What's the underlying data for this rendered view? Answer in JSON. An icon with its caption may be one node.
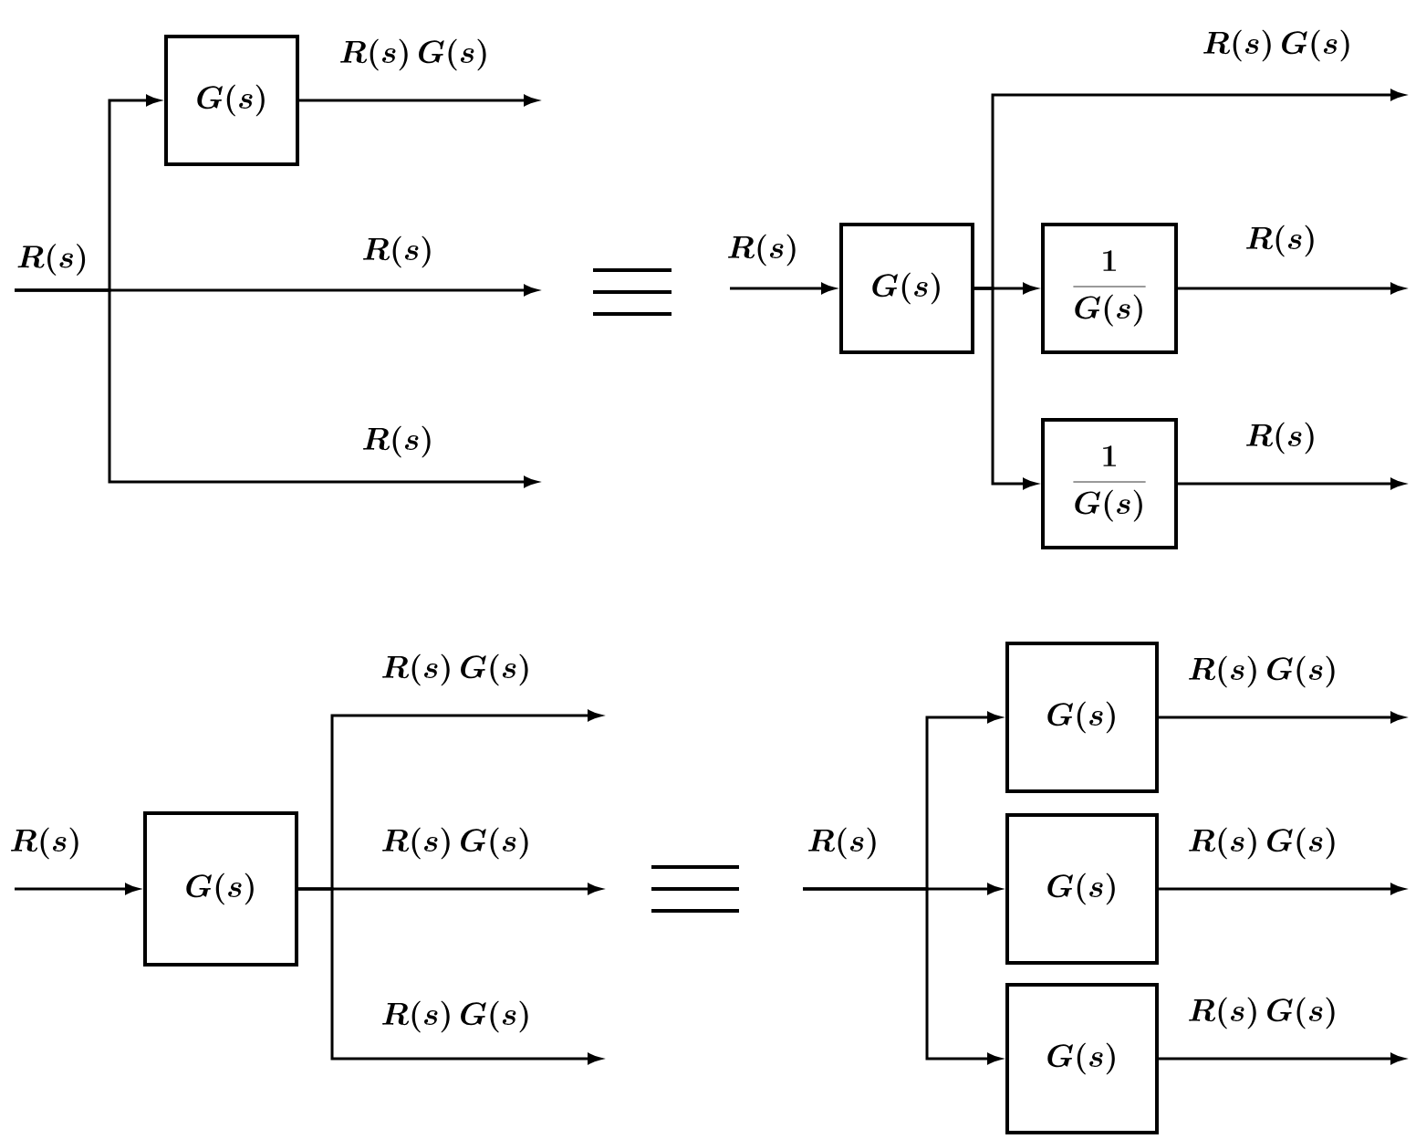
{
  "diagram": {
    "nodes": [
      {
        "text": [
          "R(s)"
        ]
      },
      {
        "text": [
          "G(s)"
        ]
      },
      {
        "text": [
          "G(s)"
        ]
      },
      {
        "text": [
          "\\frac{1}{G(s)}"
        ]
      },
      {
        "text": [
          "\\frac{1}{G(s)}"
        ]
      },
      {
        "text": [
          "G(s)"
        ]
      },
      {
        "text": [
          "G(s)"
        ]
      },
      {
        "text": [
          "G(s)"
        ]
      },
      {
        "text": [
          "G(s)"
        ]
      }
    ],
    "edges": [
      {
        "from": 0,
        "to": 1,
        "arrow": "to"
      },
      {
        "from": 1,
        "to": null,
        "arrow": "to",
        "label": "R(s)\\,G(s)"
      },
      {
        "from": 0,
        "to": null,
        "arrow": "to",
        "label": "R(s)"
      },
      {
        "from": 0,
        "to": null,
        "arrow": "to",
        "label": "R(s)"
      },
      {
        "from": null,
        "to": 2,
        "arrow": "to",
        "label": "R(s)"
      },
      {
        "from": 2,
        "to": null,
        "arrow": "to",
        "label": "R(s)\\,G(s)"
      },
      {
        "from": 2,
        "to": 3,
        "arrow": "to"
      },
      {
        "from": 2,
        "to": 4,
        "arrow": "to"
      },
      {
        "from": 3,
        "to": null,
        "arrow": "to",
        "label": "R(s)"
      },
      {
        "from": 4,
        "to": null,
        "arrow": "to",
        "label": "R(s)"
      },
      {
        "from": null,
        "to": 5,
        "arrow": "to",
        "label": "R(s)"
      },
      {
        "from": 5,
        "to": null,
        "arrow": "to",
        "label": "R(s)\\,G(s)"
      },
      {
        "from": 5,
        "to": null,
        "arrow": "to",
        "label": "R(s)\\,G(s)"
      },
      {
        "from": 5,
        "to": null,
        "arrow": "to",
        "label": "R(s)\\,G(s)"
      },
      {
        "from": null,
        "to": 6,
        "arrow": "to"
      },
      {
        "from": null,
        "to": 7,
        "arrow": "to",
        "label": "R(s)"
      },
      {
        "from": null,
        "to": 8,
        "arrow": "to"
      },
      {
        "from": 6,
        "to": null,
        "arrow": "to",
        "label": "R(s)\\,G(s)"
      },
      {
        "from": 7,
        "to": null,
        "arrow": "to",
        "label": "R(s)\\,G(s)"
      },
      {
        "from": 8,
        "to": null,
        "arrow": "to",
        "label": "R(s)\\,G(s)"
      }
    ]
  }
}
